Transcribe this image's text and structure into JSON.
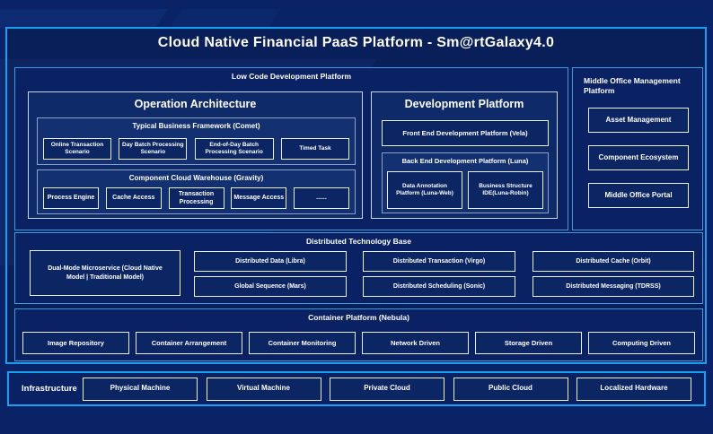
{
  "title": "Cloud Native Financial PaaS Platform - Sm@rtGalaxy4.0",
  "colors": {
    "page_background": "#0A2366",
    "frame_background": "#091F5A",
    "accent_border": "#18A0F0",
    "section_border": "#3E9BE0",
    "chip_border": "#E9F0FA",
    "text": "#FFFFFF"
  },
  "low_code": {
    "label": "Low Code Development Platform",
    "operation_architecture": {
      "title": "Operation Architecture",
      "typical_business": {
        "label": "Typical Business Framework (Comet)",
        "items": [
          "Online Transaction Scenario",
          "Day Batch Processing Scenario",
          "End-of-Day Batch Processing Scenario",
          "Timed Task"
        ]
      },
      "component_cloud": {
        "label": "Component Cloud Warehouse (Gravity)",
        "items": [
          "Process Engine",
          "Cache Access",
          "Transaction Processing",
          "Message Access",
          "......"
        ]
      }
    },
    "development_platform": {
      "title": "Development Platform",
      "front_end": "Front End Development Platform (Vela)",
      "back_end": {
        "label": "Back End Development Platform (Luna)",
        "items": [
          "Data Annotation Platform (Luna-Web)",
          "Business Structure IDE(Luna-Robin)"
        ]
      }
    }
  },
  "middle_office": {
    "label": "Middle Office Management Platform",
    "items": [
      "Asset Management",
      "Component Ecosystem",
      "Middle Office Portal"
    ]
  },
  "distributed": {
    "label": "Distributed Technology Base",
    "dual_mode": "Dual-Mode Microservice (Cloud Native Model | Traditional Model)",
    "grid": [
      "Distributed Data (Libra)",
      "Global Sequence (Mars)",
      "Distributed Transaction (Virgo)",
      "Distributed Scheduling (Sonic)",
      "Distributed Cache (Orbit)",
      "Distributed Messaging (TDRSS)"
    ]
  },
  "container_platform": {
    "label": "Container Platform (Nebula)",
    "items": [
      "Image Repository",
      "Container Arrangement",
      "Container Monitoring",
      "Network Driven",
      "Storage Driven",
      "Computing Driven"
    ]
  },
  "infrastructure": {
    "label": "Infrastructure",
    "items": [
      "Physical Machine",
      "Virtual Machine",
      "Private Cloud",
      "Public Cloud",
      "Localized Hardware"
    ]
  }
}
